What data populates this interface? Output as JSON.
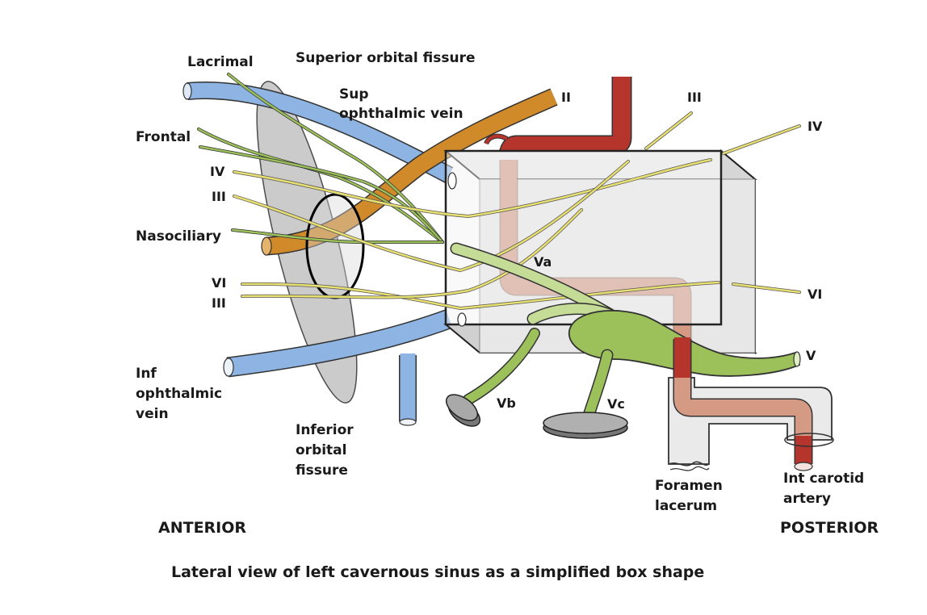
{
  "caption": "Lateral view of left cavernous sinus as a simplified box shape",
  "directions": {
    "anterior": "ANTERIOR",
    "posterior": "POSTERIOR"
  },
  "labels": {
    "lacrimal": "Lacrimal",
    "superior_orbital_fissure": "Superior orbital fissure",
    "sup_ophthalmic_vein": [
      "Sup",
      "ophthalmic vein"
    ],
    "frontal": "Frontal",
    "iv_left": "IV",
    "iii_left_upper": "III",
    "nasociliary": "Nasociliary",
    "vi_left": "VI",
    "iii_left_lower": "III",
    "inf_ophthalmic_vein": [
      "Inf",
      "ophthalmic",
      "vein"
    ],
    "inferior_orbital_fissure": [
      "Inferior",
      "orbital",
      "fissure"
    ],
    "ii": "II",
    "iii_top": "III",
    "iv_right": "IV",
    "va": "Va",
    "vi_right": "VI",
    "v": "V",
    "vb": "Vb",
    "vc": "Vc",
    "foramen_lacerum": [
      "Foramen",
      "lacerum"
    ],
    "int_carotid_artery": [
      "Int carotid",
      "artery"
    ]
  },
  "colors": {
    "vein": "#8db4e2",
    "artery": "#b5352c",
    "artery_inside": "#d49a84",
    "optic_nerve": "#d08a2a",
    "thin_nerve": "#e8e070",
    "trigeminal": "#9cc15a",
    "fissure": "#c8c8c8",
    "box": "#e4e4e4",
    "outline": "#222222"
  }
}
